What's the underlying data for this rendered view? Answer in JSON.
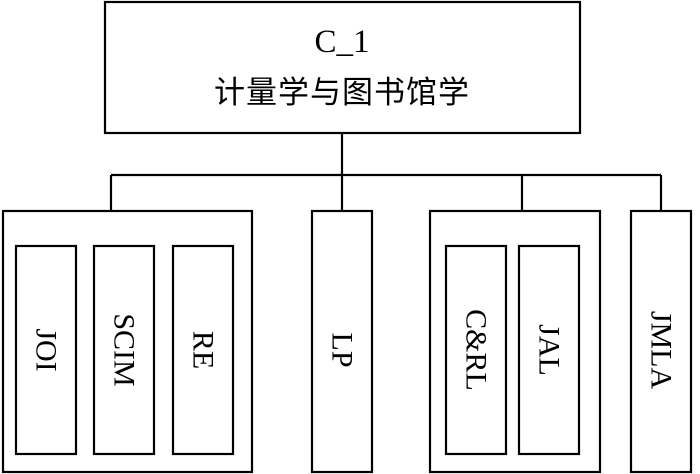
{
  "root": {
    "code": "C_1",
    "title": "计量学与图书馆学"
  },
  "groups": [
    {
      "journals": [
        "JOI",
        "SCIM",
        "RE"
      ]
    },
    {
      "journals": [
        "LP"
      ]
    },
    {
      "journals": [
        "C&RL",
        "JAL"
      ]
    },
    {
      "journals": [
        "JMLA"
      ]
    }
  ]
}
